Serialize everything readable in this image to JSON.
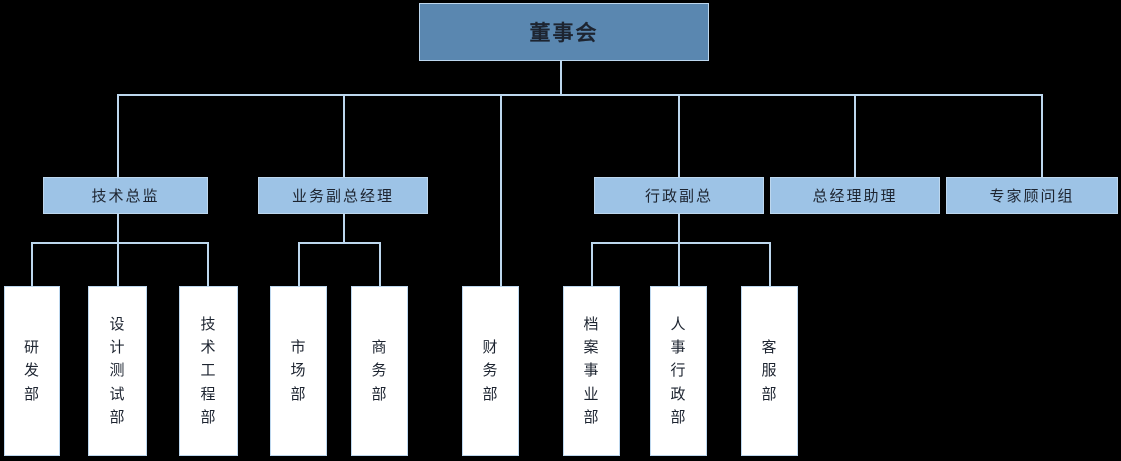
{
  "chart_title": "",
  "org_chart": {
    "type": "org-hierarchy",
    "colors": {
      "root_fill": "#5a87b0",
      "level1_fill": "#9dc3e6",
      "level2_fill": "#ffffff",
      "line": "#bdd7ee",
      "text": "#1d2430",
      "background": "#000000"
    },
    "root": {
      "label": "董事会"
    },
    "level1": [
      {
        "id": "tech-director",
        "label": "技术总监"
      },
      {
        "id": "biz-vp",
        "label": "业务副总经理"
      },
      {
        "id": "admin-vp",
        "label": "行政副总"
      },
      {
        "id": "gm-assistant",
        "label": "总经理助理"
      },
      {
        "id": "expert-group",
        "label": "专家顾问组"
      }
    ],
    "level2": [
      {
        "id": "rd-dept",
        "parent": "tech-director",
        "lines": [
          "研",
          "发",
          "部"
        ]
      },
      {
        "id": "design-test",
        "parent": "tech-director",
        "lines": [
          "设",
          "计",
          "测",
          "试",
          "部"
        ]
      },
      {
        "id": "tech-eng",
        "parent": "tech-director",
        "lines": [
          "技",
          "术",
          "工",
          "程",
          "部"
        ]
      },
      {
        "id": "market-dept",
        "parent": "biz-vp",
        "lines": [
          "市",
          "场",
          "部"
        ]
      },
      {
        "id": "business-dept",
        "parent": "biz-vp",
        "lines": [
          "商",
          "务",
          "部"
        ]
      },
      {
        "id": "finance-dept",
        "parent": "root",
        "lines": [
          "财",
          "务",
          "部"
        ]
      },
      {
        "id": "archive-div",
        "parent": "admin-vp",
        "lines": [
          "档",
          "案",
          "事",
          "业",
          "部"
        ]
      },
      {
        "id": "hr-admin",
        "parent": "admin-vp",
        "lines": [
          "人",
          "事",
          "行",
          "政",
          "部"
        ]
      },
      {
        "id": "service-dept",
        "parent": "admin-vp",
        "lines": [
          "客",
          "服",
          "部"
        ]
      }
    ]
  }
}
